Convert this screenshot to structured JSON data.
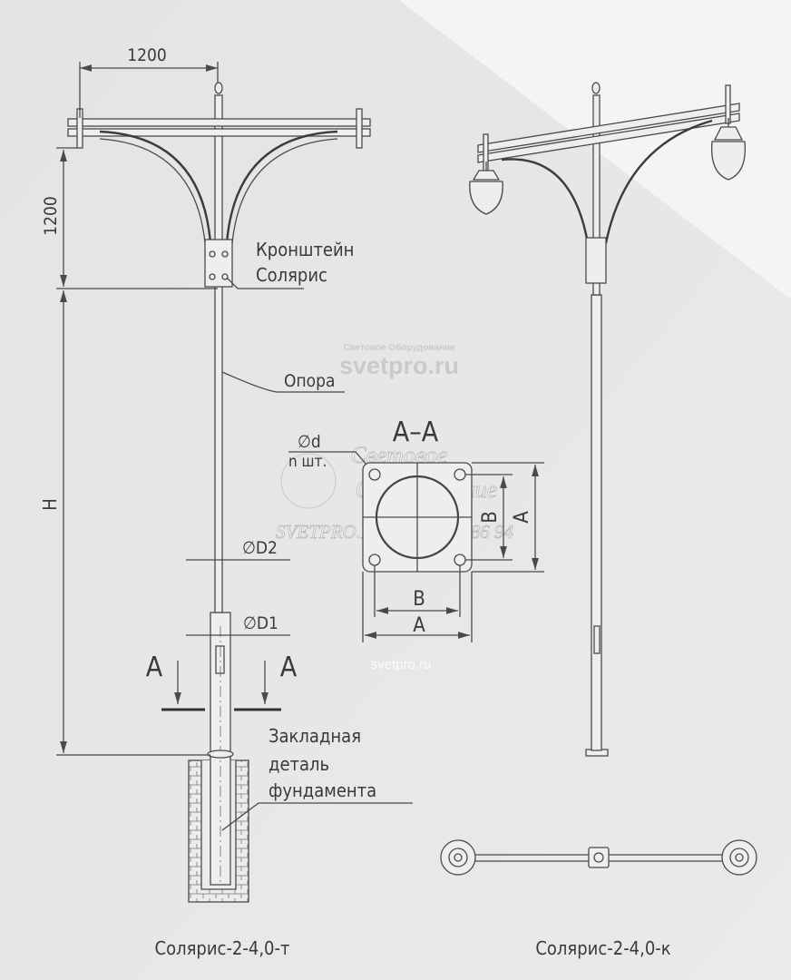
{
  "left_view": {
    "dim_horizontal": "1200",
    "dim_vertical": "1200",
    "dim_height": "H",
    "bracket_label_line1": "Кронштейн",
    "bracket_label_line2": "Солярис",
    "pole_label": "Опора",
    "d2_label": "∅D2",
    "d1_label": "∅D1",
    "section_mark_left": "A",
    "section_mark_right": "A",
    "foundation_line1": "Закладная",
    "foundation_line2": "деталь",
    "foundation_line3": "фундамента",
    "caption": "Солярис-2-4,0-т"
  },
  "section_view": {
    "title": "A–A",
    "hole_label_line1": "∅d",
    "hole_label_line2": "n шт.",
    "dim_b_vertical": "B",
    "dim_a_vertical": "A",
    "dim_b_horizontal": "B",
    "dim_a_horizontal": "A"
  },
  "right_view": {
    "caption": "Солярис-2-4,0-к"
  },
  "watermarks": {
    "top_small": "Световое Оборудование",
    "top_large": "svetpro.ru",
    "stamp_line1": "Световое",
    "stamp_line2": "Оборудование",
    "stamp_line3": "SVETPRO.RU  (495) 640 86 94",
    "bottom": "svetpro.ru"
  },
  "colors": {
    "background": "#e6e7e8",
    "lines": "#4a4a4a"
  }
}
